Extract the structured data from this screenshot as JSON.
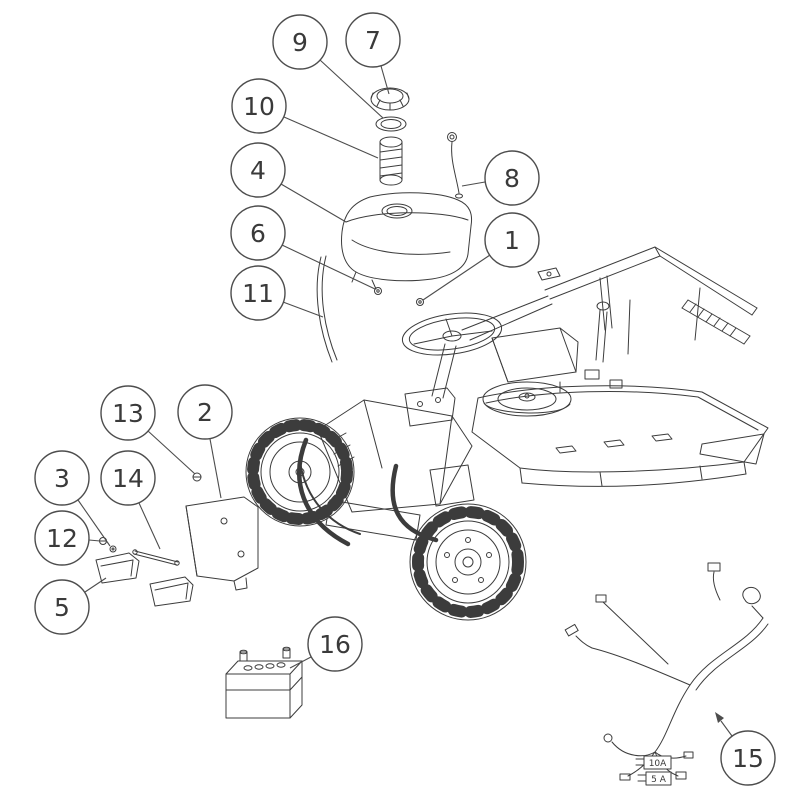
{
  "figure": {
    "type": "exploded-parts-diagram",
    "subject": "riding mower fuel tank, electrics and lamp assembly",
    "callouts": {
      "c1": {
        "label": "1"
      },
      "c2": {
        "label": "2"
      },
      "c3": {
        "label": "3"
      },
      "c4": {
        "label": "4"
      },
      "c5": {
        "label": "5"
      },
      "c6": {
        "label": "6"
      },
      "c7": {
        "label": "7"
      },
      "c8": {
        "label": "8"
      },
      "c9": {
        "label": "9"
      },
      "c10": {
        "label": "10"
      },
      "c11": {
        "label": "11"
      },
      "c12": {
        "label": "12"
      },
      "c13": {
        "label": "13"
      },
      "c14": {
        "label": "14"
      },
      "c15": {
        "label": "15"
      },
      "c16": {
        "label": "16"
      }
    },
    "harness_fuses": {
      "top": "10A",
      "bottom": "5 A"
    },
    "colors": {
      "line": "#3c3c3c",
      "balloon": "#4d4d4d",
      "background": "#ffffff"
    }
  }
}
